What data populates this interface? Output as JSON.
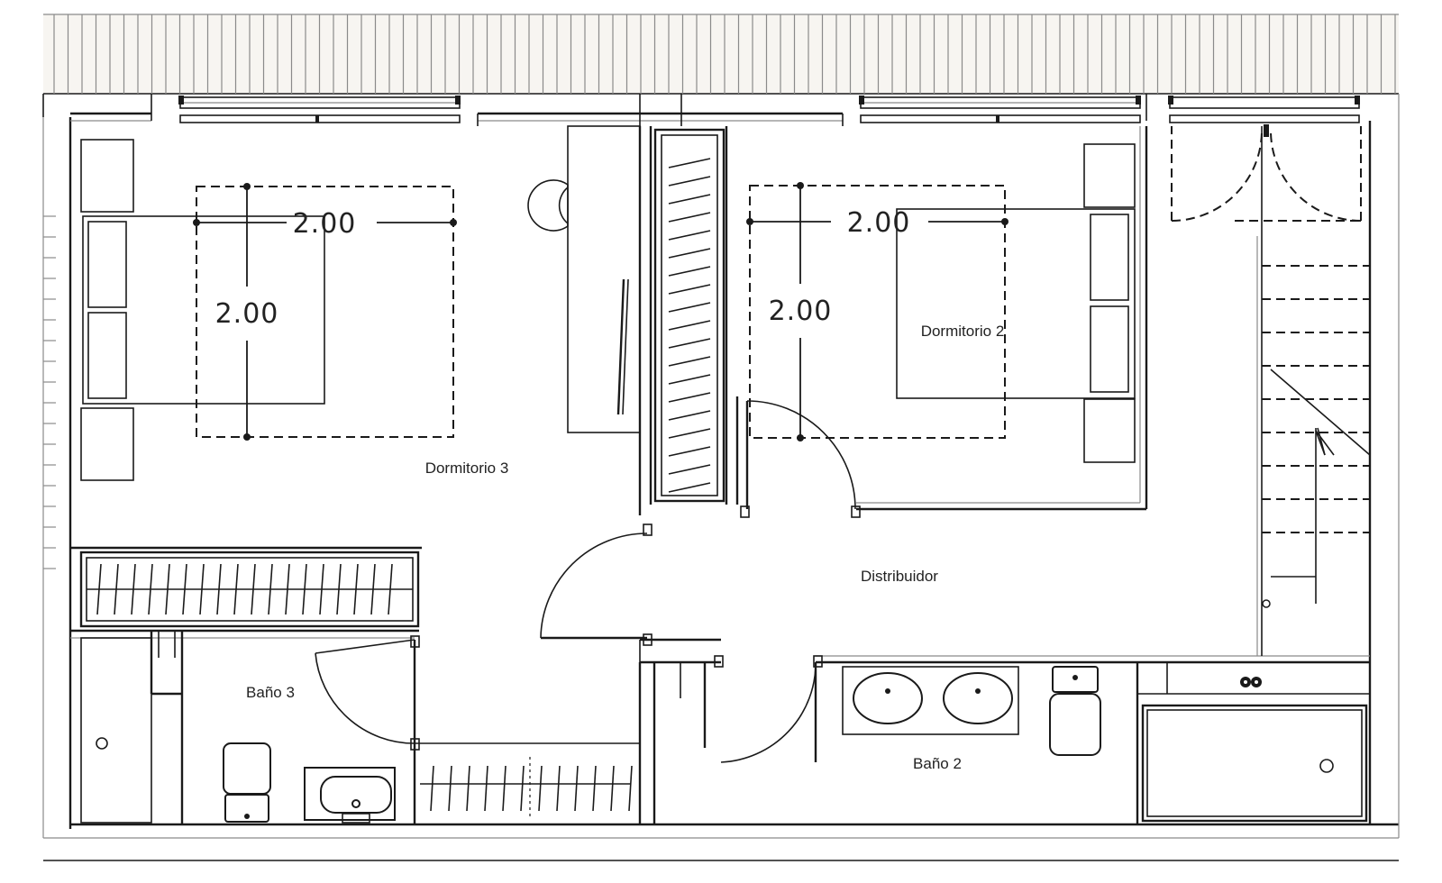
{
  "rooms": {
    "bedroom_3": "Dormitorio 3",
    "bedroom_2": "Dormitorio 2",
    "hallway": "Distribuidor",
    "bathroom_3": "Baño 3",
    "bathroom_2": "Baño 2"
  },
  "dimensions": {
    "bed3_width": "2.00",
    "bed3_length": "2.00",
    "bed2_width": "2.00",
    "bed2_length": "2.00"
  }
}
